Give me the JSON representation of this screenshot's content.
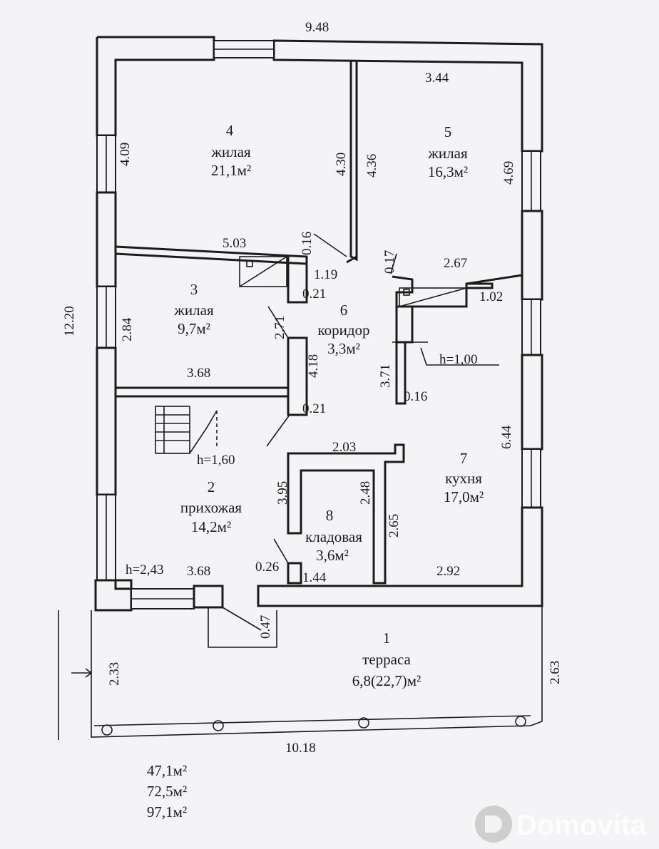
{
  "dimensions": {
    "top_width": "9.48",
    "room5_top": "3.44",
    "room4_height": "4.09",
    "partition_a": "4.30",
    "partition_b": "4.36",
    "room5_height": "4.69",
    "wall_5_03": "5.03",
    "gap_0_16_a": "0.16",
    "gap_0_17": "0.17",
    "width_2_67": "2.67",
    "width_1_19": "1.19",
    "gap_0_21_a": "0.21",
    "width_1_02": "1.02",
    "total_height": "12.20",
    "room3_height": "2.84",
    "door_2_71": "2.71",
    "corridor_4_18": "4.18",
    "corridor_3_71": "3.71",
    "ceiling_1_00": "h=1,00",
    "room3_width": "3.68",
    "gap_0_16_b": "0.16",
    "gap_0_21_b": "0.21",
    "kitchen_height": "6.44",
    "pantry_top": "2.03",
    "stair_ceiling": "h=1,60",
    "hall_3_95": "3.95",
    "pantry_2_48": "2.48",
    "pantry_2_65": "2.65",
    "hall_ceiling": "h=2,43",
    "hall_width": "3.68",
    "gap_0_26": "0.26",
    "pantry_width": "1.44",
    "kitchen_width": "2.92",
    "gap_0_47": "0.47",
    "terrace_left": "2.33",
    "terrace_right": "2.63",
    "bottom_width": "10.18"
  },
  "rooms": [
    {
      "number": "4",
      "name": "жилая",
      "area": "21,1м²"
    },
    {
      "number": "5",
      "name": "жилая",
      "area": "16,3м²"
    },
    {
      "number": "3",
      "name": "жилая",
      "area": "9,7м²"
    },
    {
      "number": "6",
      "name": "коридор",
      "area": "3,3м²"
    },
    {
      "number": "2",
      "name": "прихожая",
      "area": "14,2м²"
    },
    {
      "number": "7",
      "name": "кухня",
      "area": "17,0м²"
    },
    {
      "number": "8",
      "name": "кладовая",
      "area": "3,6м²"
    },
    {
      "number": "1",
      "name": "терраса",
      "area": "6,8(22,7)м²"
    }
  ],
  "totals": [
    "47,1м²",
    "72,5м²",
    "97,1м²"
  ],
  "watermark": {
    "text": "Domovita",
    "color": "#c8c8c8"
  }
}
